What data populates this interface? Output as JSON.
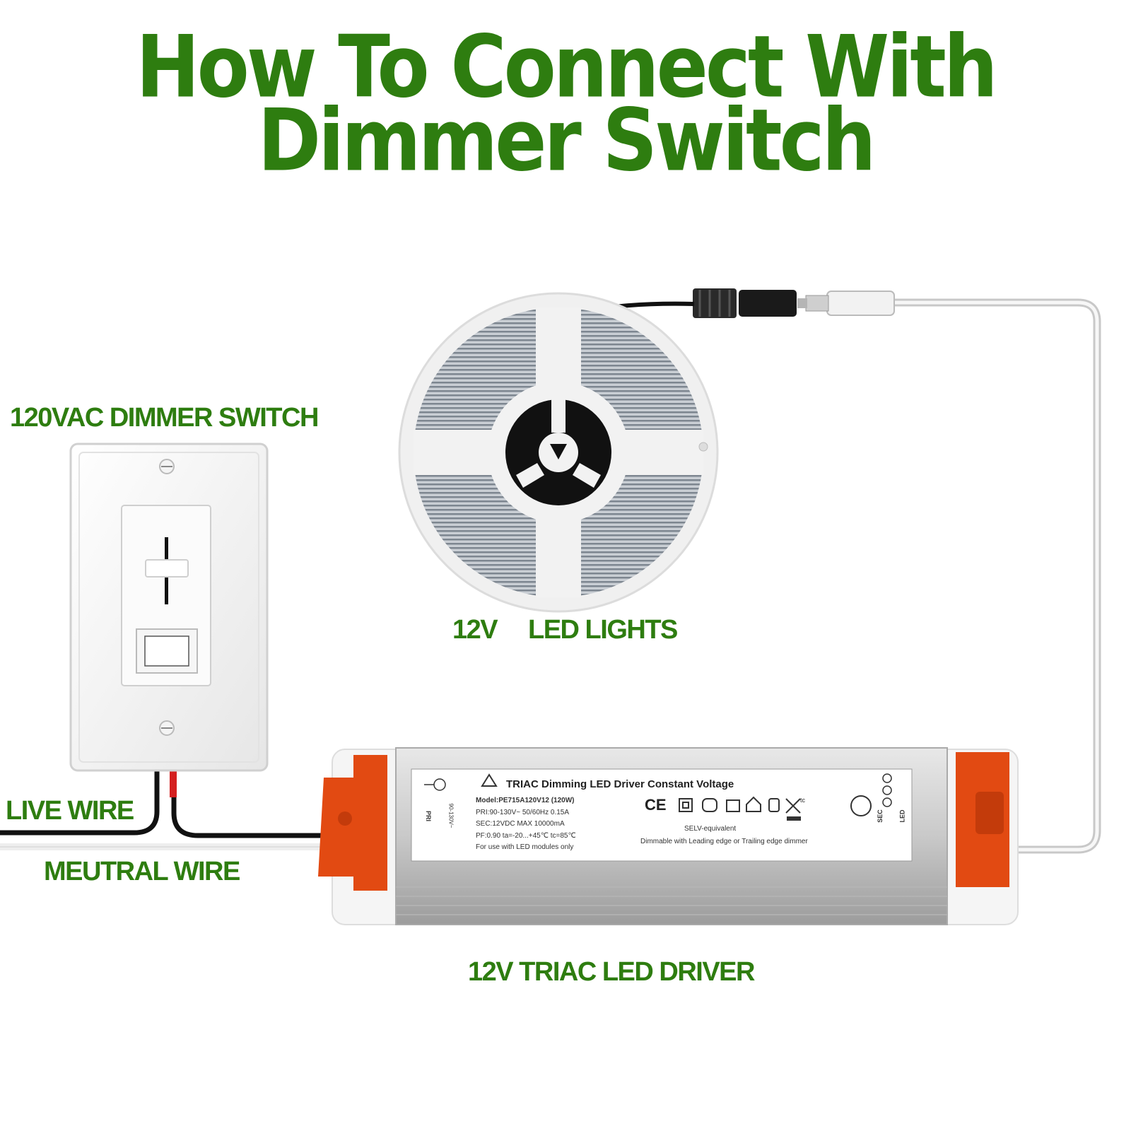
{
  "title": {
    "line1": "How To Connect With",
    "line2": "Dimmer Switch"
  },
  "labels": {
    "dimmer_switch": "120VAC  DIMMER SWITCH",
    "led_lights_voltage": "12V",
    "led_lights": "LED LIGHTS",
    "live_wire": "LIVE WIRE",
    "neutral_wire": "MEUTRAL  WIRE",
    "driver": "12V  TRIAC LED DRIVER"
  },
  "driver_label": {
    "heading": "TRIAC Dimming LED  Driver Constant Voltage",
    "model": "Model:PE715A120V12 (120W)",
    "pri": "PRI:90-130V~ 50/60Hz  0.15A",
    "sec": "SEC:12VDC    MAX 10000mA",
    "pf": "PF:0.90  ta=-20...+45℃  tc=85℃",
    "use": "For use with LED modules only",
    "selv": "SELV-equivalent",
    "dimmable": "Dimmable with Leading edge or Trailing edge  dimmer",
    "ce": "CE",
    "tc": "tc",
    "pri_side": "PRI",
    "pri_range": "90-130V~",
    "sec_side": "SEC",
    "led_side": "LED"
  },
  "colors": {
    "title_green": "#2e7d10",
    "driver_orange": "#e24a12",
    "wire_black": "#111111",
    "wire_red": "#d42020"
  }
}
